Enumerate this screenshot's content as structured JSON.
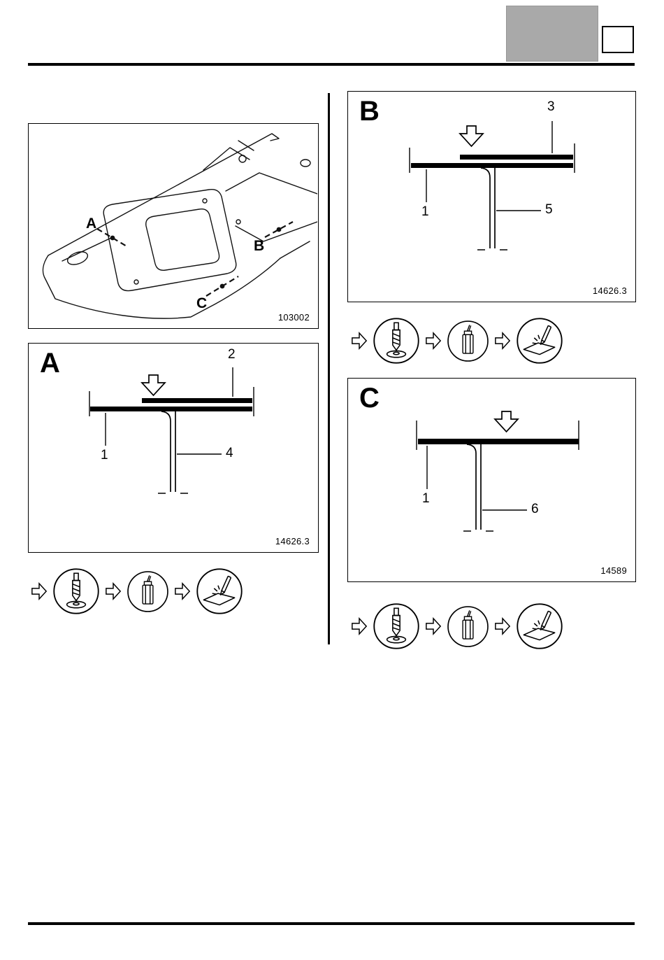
{
  "colors": {
    "ink": "#000000",
    "header_gray": "#a9a9a9"
  },
  "overview": {
    "label_a": "A",
    "label_b": "B",
    "label_c": "C",
    "fig_number": "103002"
  },
  "section_a": {
    "title": "A",
    "callout_upper_panel": "2",
    "callout_lower_panel": "1",
    "callout_flange": "4",
    "fig_number": "14626.3"
  },
  "section_b": {
    "title": "B",
    "callout_upper_panel": "3",
    "callout_lower_panel": "1",
    "callout_flange": "5",
    "fig_number": "14626.3"
  },
  "section_c": {
    "title": "C",
    "callout_panel": "1",
    "callout_flange": "6",
    "fig_number": "14589"
  },
  "process_steps": {
    "sequence": [
      "drill",
      "apply-adhesive",
      "plug-weld"
    ]
  }
}
